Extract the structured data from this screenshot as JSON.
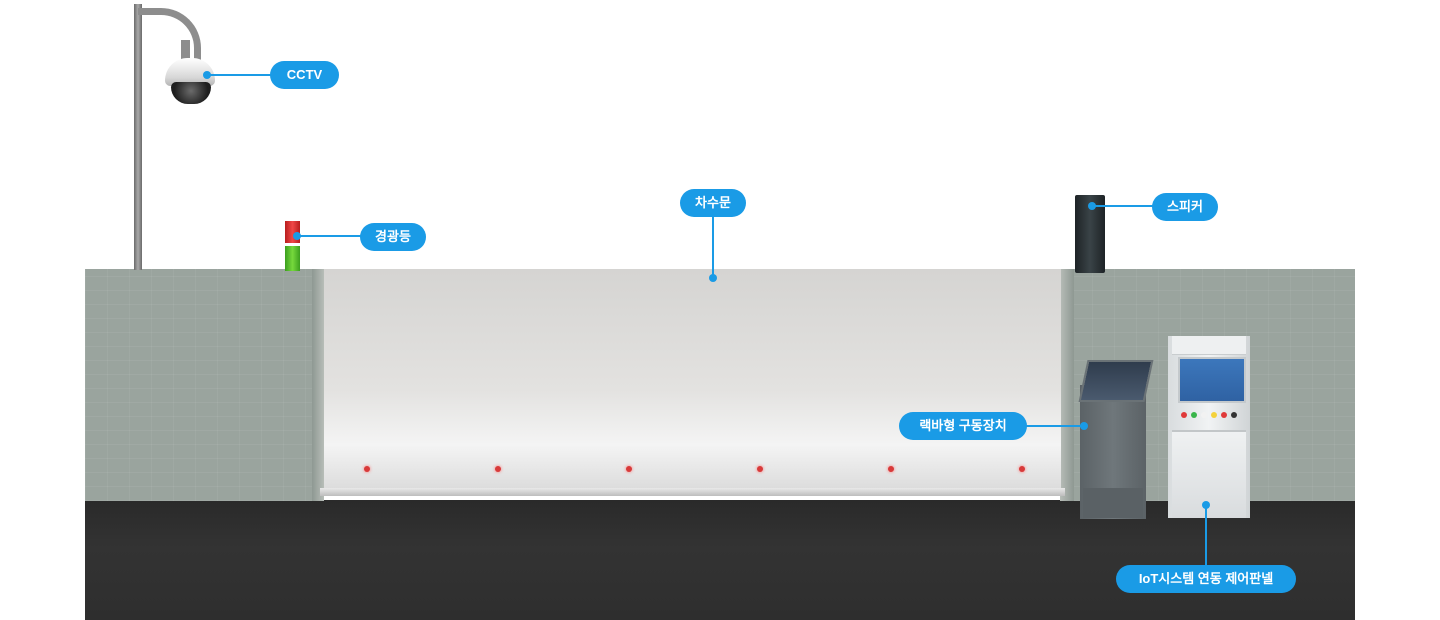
{
  "labels": {
    "cctv": "CCTV",
    "warning_light": "경광등",
    "flood_gate": "차수문",
    "speaker": "스피커",
    "rack_drive": "랙바형 구동장치",
    "iot_panel": "IoT시스템 연동 제어판넬"
  },
  "colors": {
    "callout": "#1a9be6",
    "sensor": "#d83a3a",
    "wall": "#9aa49e",
    "ground": "#2e2e2e"
  },
  "icons": {
    "cctv": "cctv-camera-icon",
    "warning_light": "signal-tower-light-icon",
    "speaker": "speaker-icon",
    "rack_drive": "rack-drive-unit-icon",
    "iot_panel": "control-panel-icon"
  },
  "panel_buttons": [
    "#e03a3a",
    "#39b54a",
    "#f2f2f2",
    "#f4d23c",
    "#e03a3a",
    "#333333"
  ],
  "sensor_count": 6
}
